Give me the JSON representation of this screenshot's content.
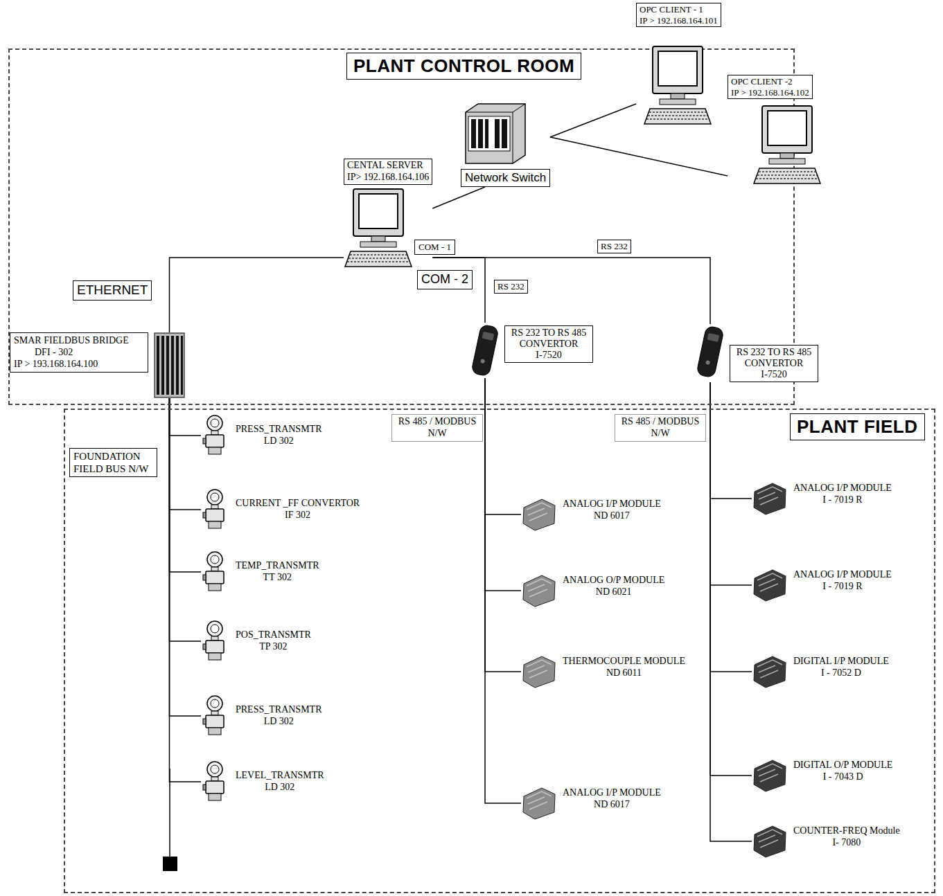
{
  "diagram": {
    "nodes": [
      {
        "text": [
          "PLANT CONTROL ROOM"
        ]
      },
      {
        "text": [
          "OPC CLIENT - 1",
          "IP > 192.168.164.101"
        ]
      },
      {
        "text": [
          "OPC CLIENT -2",
          "IP > 192.168.164.102"
        ]
      },
      {
        "text": [
          "Network Switch"
        ],
        "in": 0
      },
      {
        "text": [
          "CENTAL SERVER",
          "IP> 192.168.164.106"
        ],
        "in": 0
      },
      {
        "text": [
          "SMAR FIELDBUS BRIDGE",
          "DFI - 302",
          "IP > 193.168.164.100"
        ],
        "in": 0
      },
      {
        "text": [
          "RS 232 TO RS 485 CONVERTOR",
          "I-7520"
        ],
        "in": 0
      },
      {
        "text": [
          "RS 232 TO RS 485 CONVERTOR",
          "I-7520"
        ],
        "in": 0
      },
      {
        "text": [
          "PLANT FIELD"
        ]
      },
      {
        "text": [
          "PRESS_TRANSMTR",
          "LD 302"
        ],
        "in": 8
      },
      {
        "text": [
          "CURRENT _FF CONVERTOR",
          "IF 302"
        ],
        "in": 8
      },
      {
        "text": [
          "TEMP_TRANSMTR",
          "TT 302"
        ],
        "in": 8
      },
      {
        "text": [
          "POS_TRANSMTR",
          "TP 302"
        ],
        "in": 8
      },
      {
        "text": [
          "PRESS_TRANSMTR",
          "LD 302"
        ],
        "in": 8
      },
      {
        "text": [
          "LEVEL_TRANSMTR",
          "LD 302"
        ],
        "in": 8
      },
      {
        "text": [
          "ANALOG I/P MODULE",
          "ND 6017"
        ],
        "in": 8
      },
      {
        "text": [
          "ANALOG O/P MODULE",
          "ND 6021"
        ],
        "in": 8
      },
      {
        "text": [
          "THERMOCOUPLE MODULE",
          "ND 6011"
        ],
        "in": 8
      },
      {
        "text": [
          "ANALOG I/P MODULE",
          "ND 6017"
        ],
        "in": 8
      },
      {
        "text": [
          "ANALOG I/P MODULE",
          "I - 7019 R"
        ],
        "in": 8
      },
      {
        "text": [
          "ANALOG I/P MODULE",
          "I - 7019 R"
        ],
        "in": 8
      },
      {
        "text": [
          "DIGITAL I/P MODULE",
          "I - 7052 D"
        ],
        "in": 8
      },
      {
        "text": [
          "DIGITAL O/P MODULE",
          "I - 7043 D"
        ],
        "in": 8
      },
      {
        "text": [
          "COUNTER-FREQ Module",
          "I- 7080"
        ],
        "in": 8
      }
    ],
    "edges": [
      {
        "from": 3,
        "to": 1,
        "arrow": "none"
      },
      {
        "from": 3,
        "to": 2,
        "arrow": "none"
      },
      {
        "from": 4,
        "to": 3,
        "arrow": "none"
      },
      {
        "from": 4,
        "to": 5,
        "arrow": "none"
      },
      {
        "from": 4,
        "to": 6,
        "label": "RS 232",
        "arrow": "none"
      },
      {
        "from": 4,
        "to": 7,
        "label": "RS 232",
        "arrow": "none"
      },
      {
        "from": 5,
        "to": 9,
        "arrow": "none"
      },
      {
        "from": 5,
        "to": 10,
        "arrow": "none"
      },
      {
        "from": 5,
        "to": 11,
        "arrow": "none"
      },
      {
        "from": 5,
        "to": 12,
        "arrow": "none"
      },
      {
        "from": 5,
        "to": 13,
        "arrow": "none"
      },
      {
        "from": 5,
        "to": 14,
        "arrow": "none"
      },
      {
        "from": 6,
        "to": 15,
        "arrow": "none"
      },
      {
        "from": 6,
        "to": 16,
        "arrow": "none"
      },
      {
        "from": 6,
        "to": 17,
        "arrow": "none"
      },
      {
        "from": 6,
        "to": 18,
        "arrow": "none"
      },
      {
        "from": 7,
        "to": 19,
        "arrow": "none"
      },
      {
        "from": 7,
        "to": 20,
        "arrow": "none"
      },
      {
        "from": 7,
        "to": 21,
        "arrow": "none"
      },
      {
        "from": 7,
        "to": 22,
        "arrow": "none"
      },
      {
        "from": 7,
        "to": 23,
        "arrow": "none"
      }
    ],
    "labels": [
      "ETHERNET",
      "COM - 1",
      "COM - 2",
      "RS 485 / MODBUS N/W",
      "RS 485 / MODBUS N/W",
      "FOUNDATION FIELD BUS N/W"
    ]
  }
}
